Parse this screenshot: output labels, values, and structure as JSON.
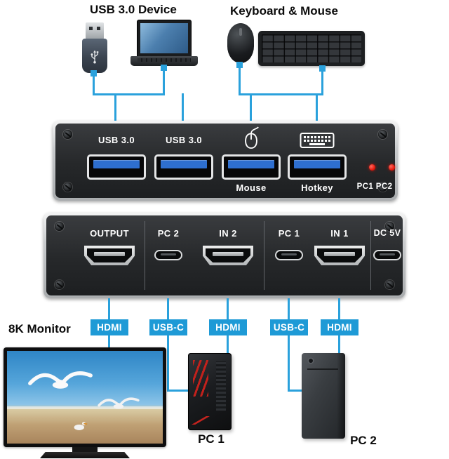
{
  "colors": {
    "line_blue": "#2aa1dc",
    "badge_blue": "#1e9ad6",
    "led_red": "#e31408",
    "usb_port_blue": "#2e6fd0",
    "panel_face": "#26282a"
  },
  "top": {
    "usb_device_label": "USB 3.0 Device",
    "keyboard_mouse_label": "Keyboard & Mouse",
    "icons": [
      "usb-flash-drive-icon",
      "laptop-icon",
      "mouse-device-icon",
      "keyboard-device-icon"
    ]
  },
  "front_panel": {
    "usb_port1_label": "USB 3.0",
    "usb_port2_label": "USB 3.0",
    "mouse_port_label": "Mouse",
    "hotkey_port_label": "Hotkey",
    "led_label": "PC1 PC2",
    "led_count": 2,
    "icons": [
      "mouse-port-icon",
      "keyboard-port-icon"
    ]
  },
  "rear_panel": {
    "ports": [
      {
        "label": "OUTPUT",
        "type": "hdmi"
      },
      {
        "label": "PC 2",
        "type": "usb-c"
      },
      {
        "label": "IN 2",
        "type": "hdmi"
      },
      {
        "label": "PC 1",
        "type": "usb-c"
      },
      {
        "label": "IN 1",
        "type": "hdmi"
      },
      {
        "label": "DC 5V",
        "type": "usb-c"
      }
    ]
  },
  "cables": {
    "badges": [
      "HDMI",
      "USB-C",
      "HDMI",
      "USB-C",
      "HDMI"
    ]
  },
  "bottom": {
    "monitor_label": "8K Monitor",
    "pc1_label": "PC 1",
    "pc2_label": "PC 2"
  }
}
